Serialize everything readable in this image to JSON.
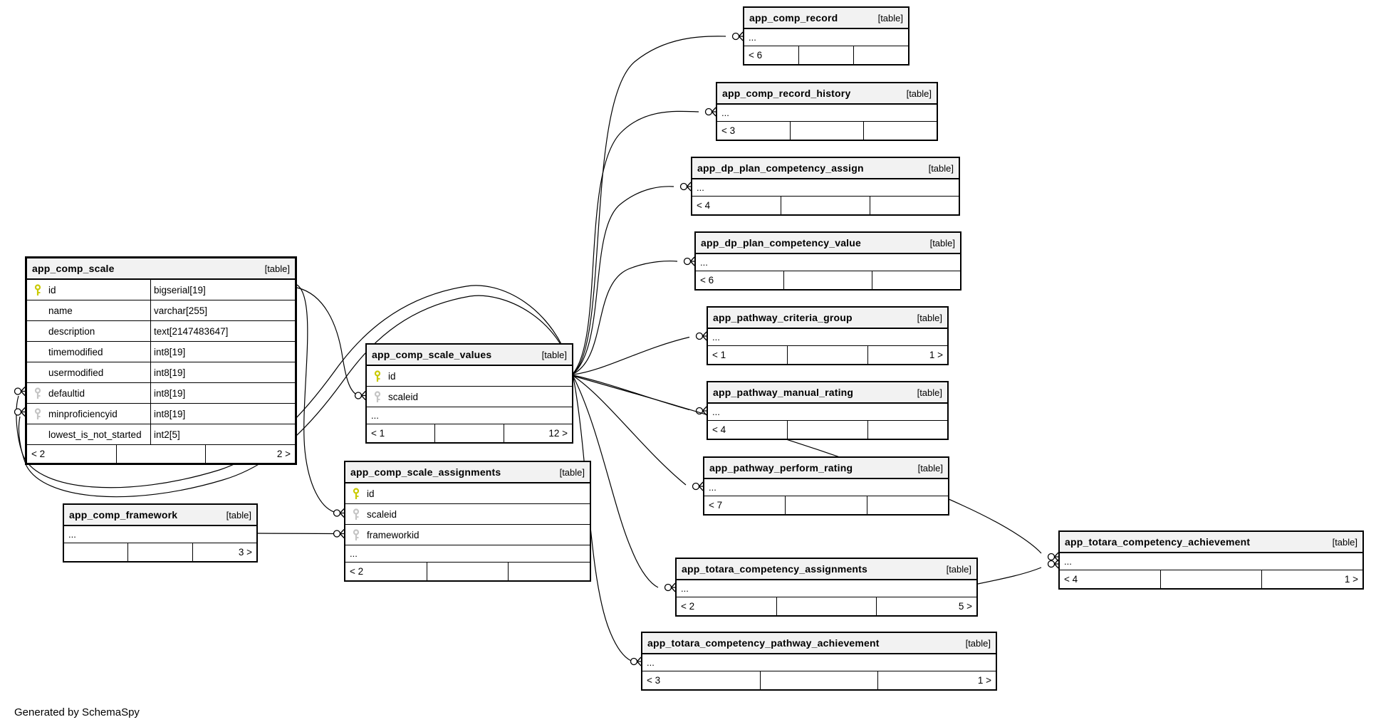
{
  "app": {
    "credit": "Generated by SchemaSpy"
  },
  "icons": {
    "primary_key": {
      "name": "primary-key-icon",
      "color": "#c9c900"
    },
    "foreign_key": {
      "name": "foreign-key-icon",
      "color": "#c4c4c4"
    }
  },
  "tables": [
    {
      "id": "app_comp_scale",
      "name": "app_comp_scale",
      "tag": "[table]",
      "show_types": true,
      "columns": [
        {
          "name": "id",
          "type": "bigserial[19]",
          "key": "pk"
        },
        {
          "name": "name",
          "type": "varchar[255]",
          "key": ""
        },
        {
          "name": "description",
          "type": "text[2147483647]",
          "key": ""
        },
        {
          "name": "timemodified",
          "type": "int8[19]",
          "key": ""
        },
        {
          "name": "usermodified",
          "type": "int8[19]",
          "key": ""
        },
        {
          "name": "defaultid",
          "type": "int8[19]",
          "key": "fk"
        },
        {
          "name": "minproficiencyid",
          "type": "int8[19]",
          "key": "fk"
        },
        {
          "name": "lowest_is_not_started",
          "type": "int2[5]",
          "key": ""
        }
      ],
      "dots": null,
      "footer": {
        "left": "< 2",
        "mid": "",
        "right": "2 >"
      }
    },
    {
      "id": "app_comp_scale_values",
      "name": "app_comp_scale_values",
      "tag": "[table]",
      "show_types": false,
      "columns": [
        {
          "name": "id",
          "type": "",
          "key": "pk"
        },
        {
          "name": "scaleid",
          "type": "",
          "key": "fk"
        }
      ],
      "dots": "...",
      "footer": {
        "left": "< 1",
        "mid": "",
        "right": "12 >"
      }
    },
    {
      "id": "app_comp_scale_assignments",
      "name": "app_comp_scale_assignments",
      "tag": "[table]",
      "show_types": false,
      "columns": [
        {
          "name": "id",
          "type": "",
          "key": "pk"
        },
        {
          "name": "scaleid",
          "type": "",
          "key": "fk"
        },
        {
          "name": "frameworkid",
          "type": "",
          "key": "fk"
        }
      ],
      "dots": "...",
      "footer": {
        "left": "< 2",
        "mid": "",
        "right": ""
      }
    },
    {
      "id": "app_comp_framework",
      "name": "app_comp_framework",
      "tag": "[table]",
      "show_types": false,
      "columns": [],
      "dots": "...",
      "footer": {
        "left": "",
        "mid": "",
        "right": "3 >"
      }
    },
    {
      "id": "app_comp_record",
      "name": "app_comp_record",
      "tag": "[table]",
      "show_types": false,
      "columns": [],
      "dots": "...",
      "footer": {
        "left": "< 6",
        "mid": "",
        "right": ""
      }
    },
    {
      "id": "app_comp_record_history",
      "name": "app_comp_record_history",
      "tag": "[table]",
      "show_types": false,
      "columns": [],
      "dots": "...",
      "footer": {
        "left": "< 3",
        "mid": "",
        "right": ""
      }
    },
    {
      "id": "app_dp_plan_competency_assign",
      "name": "app_dp_plan_competency_assign",
      "tag": "[table]",
      "show_types": false,
      "columns": [],
      "dots": "...",
      "footer": {
        "left": "< 4",
        "mid": "",
        "right": ""
      }
    },
    {
      "id": "app_dp_plan_competency_value",
      "name": "app_dp_plan_competency_value",
      "tag": "[table]",
      "show_types": false,
      "columns": [],
      "dots": "...",
      "footer": {
        "left": "< 6",
        "mid": "",
        "right": ""
      }
    },
    {
      "id": "app_pathway_criteria_group",
      "name": "app_pathway_criteria_group",
      "tag": "[table]",
      "show_types": false,
      "columns": [],
      "dots": "...",
      "footer": {
        "left": "< 1",
        "mid": "",
        "right": "1 >"
      }
    },
    {
      "id": "app_pathway_manual_rating",
      "name": "app_pathway_manual_rating",
      "tag": "[table]",
      "show_types": false,
      "columns": [],
      "dots": "...",
      "footer": {
        "left": "< 4",
        "mid": "",
        "right": ""
      }
    },
    {
      "id": "app_pathway_perform_rating",
      "name": "app_pathway_perform_rating",
      "tag": "[table]",
      "show_types": false,
      "columns": [],
      "dots": "...",
      "footer": {
        "left": "< 7",
        "mid": "",
        "right": ""
      }
    },
    {
      "id": "app_totara_competency_achievement",
      "name": "app_totara_competency_achievement",
      "tag": "[table]",
      "show_types": false,
      "columns": [],
      "dots": "...",
      "footer": {
        "left": "< 4",
        "mid": "",
        "right": "1 >"
      }
    },
    {
      "id": "app_totara_competency_assignments",
      "name": "app_totara_competency_assignments",
      "tag": "[table]",
      "show_types": false,
      "columns": [],
      "dots": "...",
      "footer": {
        "left": "< 2",
        "mid": "",
        "right": "5 >"
      }
    },
    {
      "id": "app_totara_competency_pathway_achievement",
      "name": "app_totara_competency_pathway_achievement",
      "tag": "[table]",
      "show_types": false,
      "columns": [],
      "dots": "...",
      "footer": {
        "left": "< 3",
        "mid": "",
        "right": "1 >"
      }
    }
  ],
  "relationships": [
    {
      "from": "app_comp_scale_values.scaleid",
      "to": "app_comp_scale.id"
    },
    {
      "from": "app_comp_scale_assignments.scaleid",
      "to": "app_comp_scale.id"
    },
    {
      "from": "app_comp_scale_assignments.frameworkid",
      "to": "app_comp_framework"
    },
    {
      "from": "app_comp_scale.defaultid",
      "to": "app_comp_scale_values.id"
    },
    {
      "from": "app_comp_scale.minproficiencyid",
      "to": "app_comp_scale_values.id"
    },
    {
      "from": "app_comp_record",
      "to": "app_comp_scale_values.id"
    },
    {
      "from": "app_comp_record_history",
      "to": "app_comp_scale_values.id"
    },
    {
      "from": "app_dp_plan_competency_assign",
      "to": "app_comp_scale_values.id"
    },
    {
      "from": "app_dp_plan_competency_value",
      "to": "app_comp_scale_values.id"
    },
    {
      "from": "app_pathway_criteria_group",
      "to": "app_comp_scale_values.id"
    },
    {
      "from": "app_pathway_manual_rating",
      "to": "app_comp_scale_values.id"
    },
    {
      "from": "app_pathway_perform_rating",
      "to": "app_comp_scale_values.id"
    },
    {
      "from": "app_totara_competency_achievement",
      "to": "app_comp_scale_values.id"
    },
    {
      "from": "app_totara_competency_assignments",
      "to": "app_comp_scale_values.id"
    },
    {
      "from": "app_totara_competency_pathway_achievement",
      "to": "app_comp_scale_values.id"
    },
    {
      "from": "app_totara_competency_achievement",
      "to": "app_totara_competency_assignments"
    }
  ]
}
